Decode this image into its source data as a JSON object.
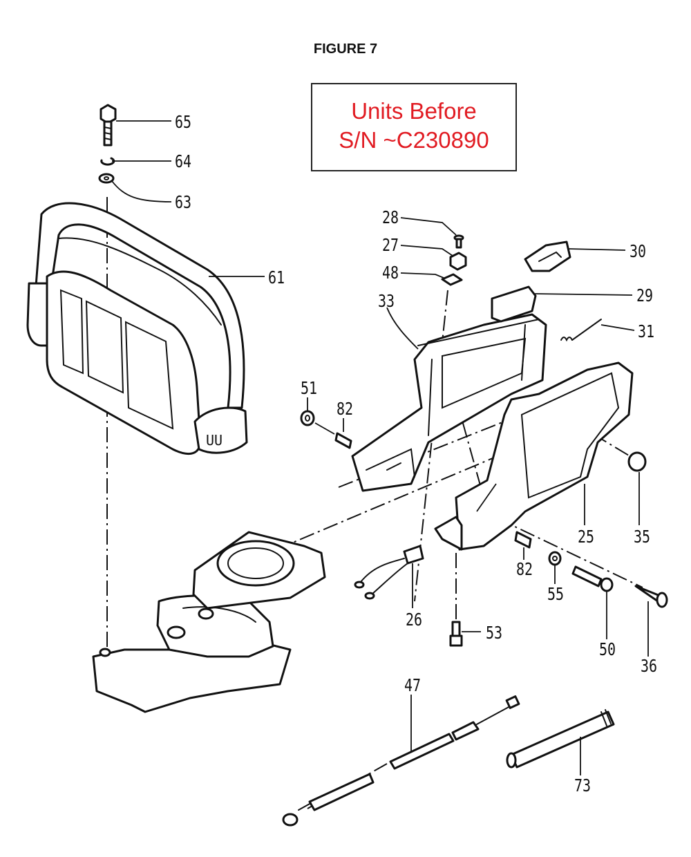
{
  "figure_title": "FIGURE 7",
  "notice": {
    "line1": "Units Before",
    "line2": "S/N ~C230890",
    "color": "#e11b22"
  },
  "callouts": {
    "p65": "65",
    "p64": "64",
    "p63": "63",
    "p61": "61",
    "p28": "28",
    "p27": "27",
    "p48": "48",
    "p33": "33",
    "p30": "30",
    "p29": "29",
    "p31": "31",
    "p51": "51",
    "p82a": "82",
    "p82b": "82",
    "p25": "25",
    "p35": "35",
    "p55": "55",
    "p26": "26",
    "p53": "53",
    "p50": "50",
    "p36": "36",
    "p47": "47",
    "p73": "73"
  }
}
